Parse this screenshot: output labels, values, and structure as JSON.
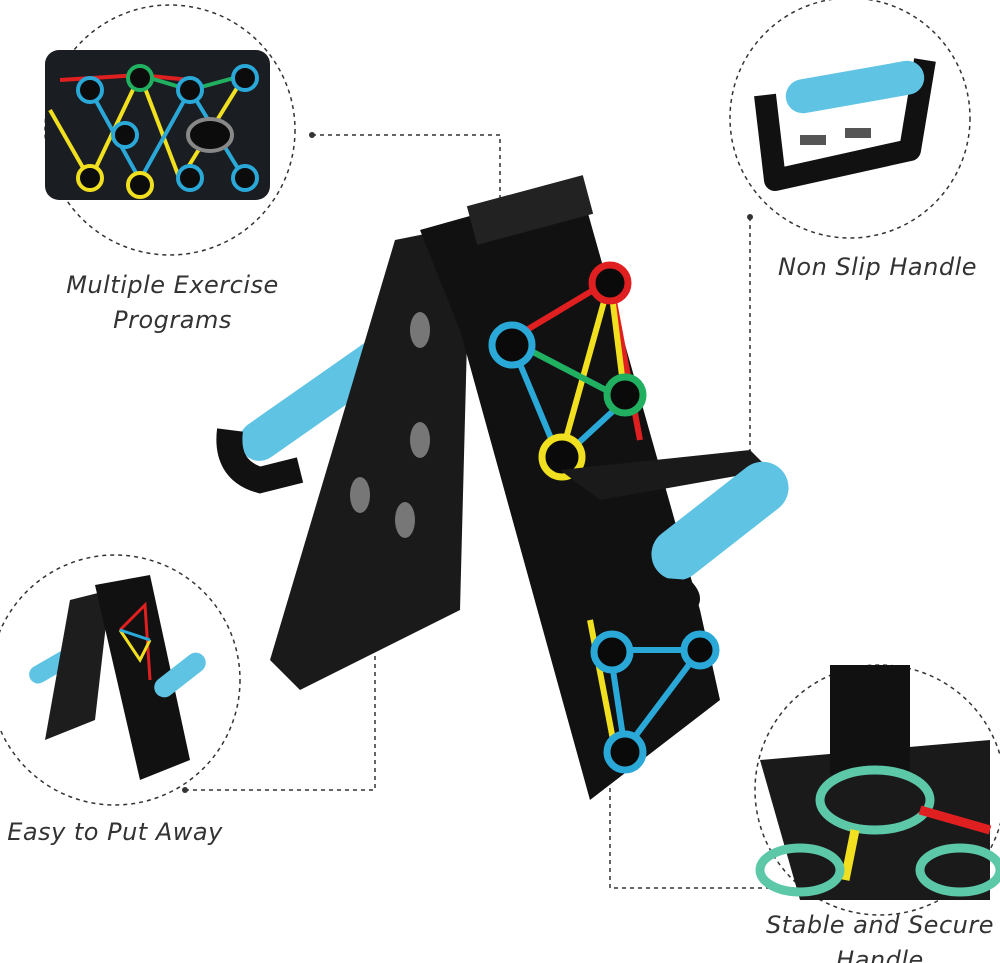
{
  "callouts": {
    "programs": {
      "line1": "Multiple Exercise",
      "line2": "Programs"
    },
    "handle": {
      "label": "Non Slip Handle"
    },
    "storage": {
      "label": "Easy to Put Away"
    },
    "stable": {
      "line1": "Stable and Secure",
      "line2": "Handle"
    }
  },
  "colors": {
    "board": "#141414",
    "grip": "#5fc3e4",
    "red": "#e02020",
    "yellow": "#f0e020",
    "blue": "#2aa8d8",
    "green": "#20b060"
  }
}
